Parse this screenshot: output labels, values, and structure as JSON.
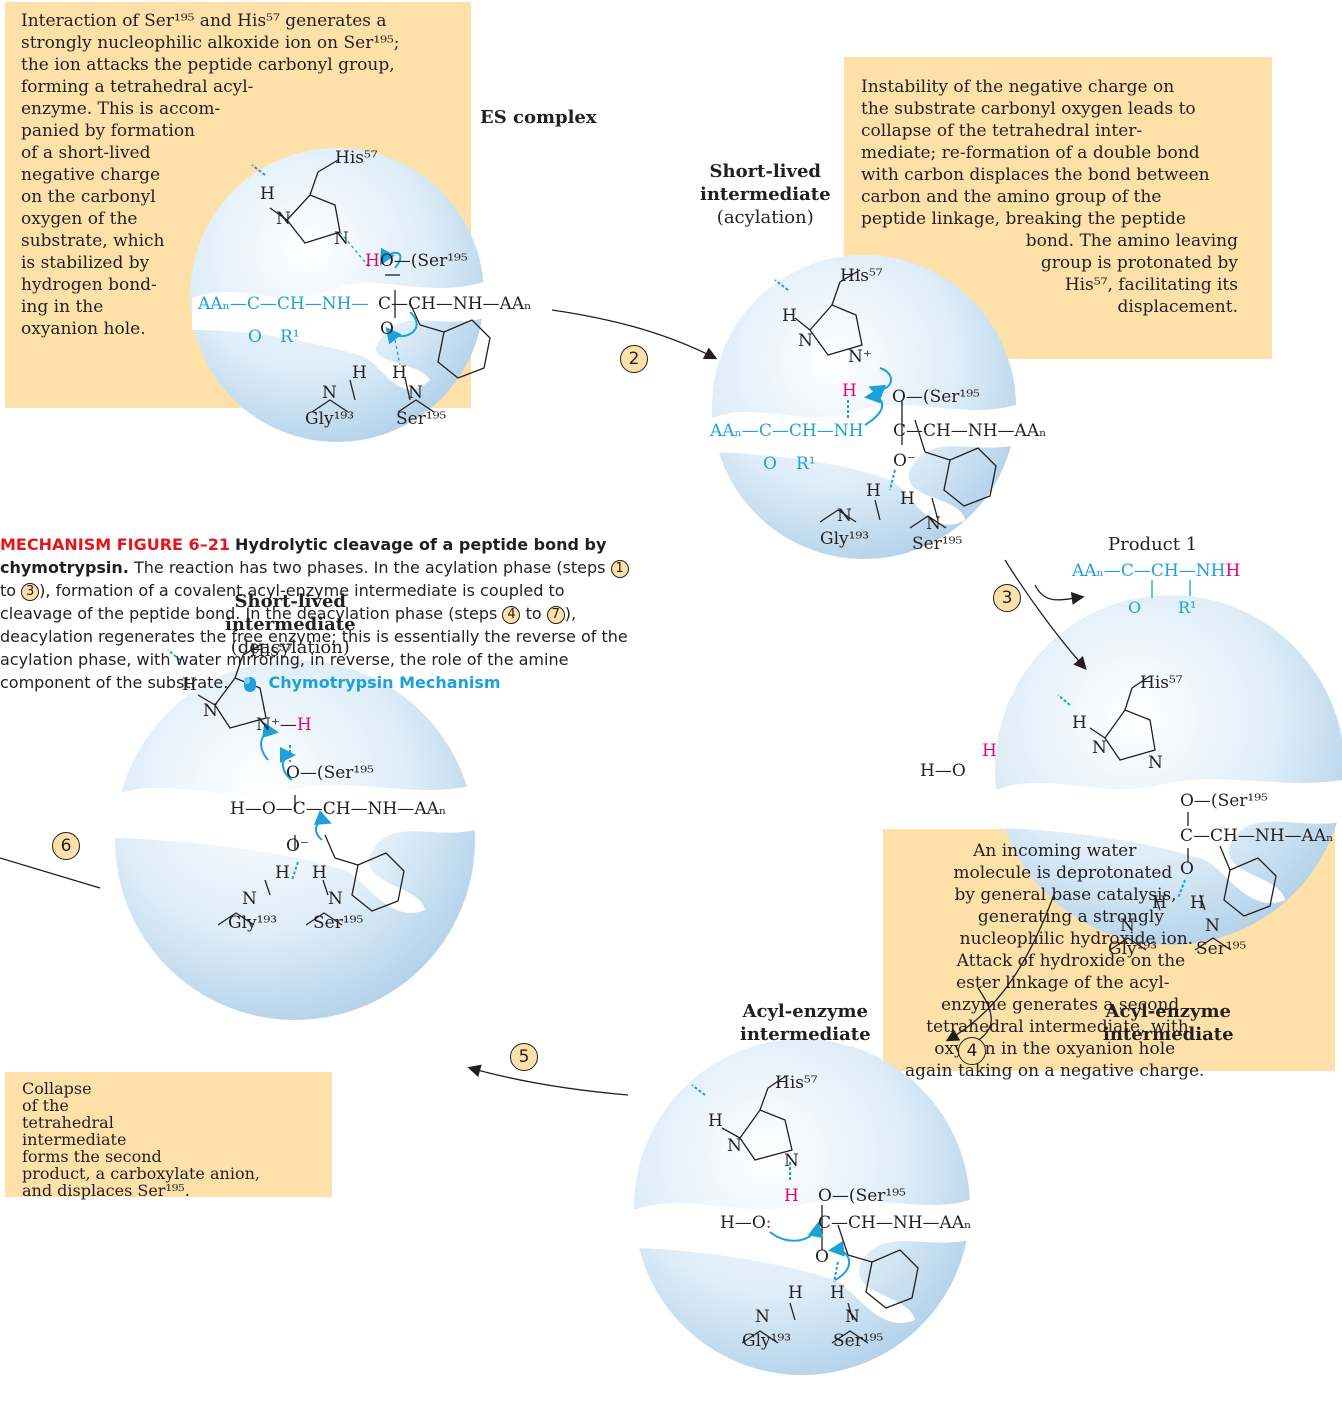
{
  "boxes": {
    "es_note": "Interaction of Ser¹⁹⁵ and His⁵⁷ generates a\nstrongly nucleophilic alkoxide ion on Ser¹⁹⁵;\nthe ion attacks the peptide carbonyl group,\nforming a tetrahedral acyl-\nenzyme. This is accom-\npanied by formation\nof a short-lived\nnegative charge\non the carbonyl\noxygen of the\nsubstrate, which\nis stabilized by\nhydrogen bond-\ning in the\noxyanion hole.",
    "collapse_note": "Instability of the negative charge on\nthe substrate carbonyl oxygen leads to\ncollapse of the tetrahedral inter-\nmediate; re-formation of a double bond\nwith carbon displaces the bond between\ncarbon and the amino group of the\npeptide linkage, breaking the peptide",
    "collapse_note_tail": "bond. The amino leaving\ngroup is protonated by\nHis⁵⁷, facilitating its\ndisplacement.",
    "water_note": "An incoming water\n   molecule is deprotonated\n    by general base catalysis,\n      generating a strongly\n        nucleophilic hydroxide ion.\n      Attack of hydroxide on the\n   ester linkage of the acyl-\n  enzyme generates a second\n tetrahedral intermediate, with\noxygen in the oxyanion hole\nagain taking on a negative charge.",
    "product2_note": "Collapse\nof the\ntetrahedral\nintermediate\nforms the second\nproduct, a carboxylate anion,\nand displaces Ser¹⁹⁵."
  },
  "labels": {
    "es_complex": "ES complex",
    "acyl_title": "Short-lived\nintermediate",
    "acyl_sub": "(acylation)",
    "product1": "Product 1",
    "acyl_enzyme_right": "Acyl-enzyme\nintermediate",
    "acyl_enzyme_left": "Acyl-enzyme\nintermediate",
    "deacyl_title": "Short-lived\nintermediate",
    "deacyl_sub": "(deacylation)"
  },
  "steps": [
    "2",
    "3",
    "4",
    "5",
    "6"
  ],
  "caption": {
    "title": "MECHANISM FIGURE 6–21",
    "bold": "Hydrolytic cleavage of a peptide bond by chymotrypsin.",
    "t1": "The reaction has two phases. In the acylation phase (steps",
    "s1": "1",
    "to1": "to",
    "s3": "3",
    "t2": "), formation of a covalent acyl-enzyme intermediate is coupled to cleavage of the peptide bond. In the deacylation phase (steps",
    "s4": "4",
    "to2": "to",
    "s7": "7",
    "t3": "), deacylation regenerates the free enzyme; this is essentially the reverse of the acylation phase, with water mirroring, in reverse, the role of the amine component of the substrate.",
    "link": "Chymotrypsin Mechanism"
  },
  "chem": {
    "his57": "His⁵⁷",
    "ser195": "Ser¹⁹⁵",
    "gly193": "Gly¹⁹³",
    "aan": "AAₙ",
    "r1": "R¹",
    "water": "H—O",
    "product1_formula": "AAₙ—C—CH—NH"
  },
  "colors": {
    "box": "#fde1a9",
    "cyan": "#1da1d9",
    "magenta": "#e5007e",
    "red": "#e3161e",
    "sphere": "#d4e7f4"
  }
}
